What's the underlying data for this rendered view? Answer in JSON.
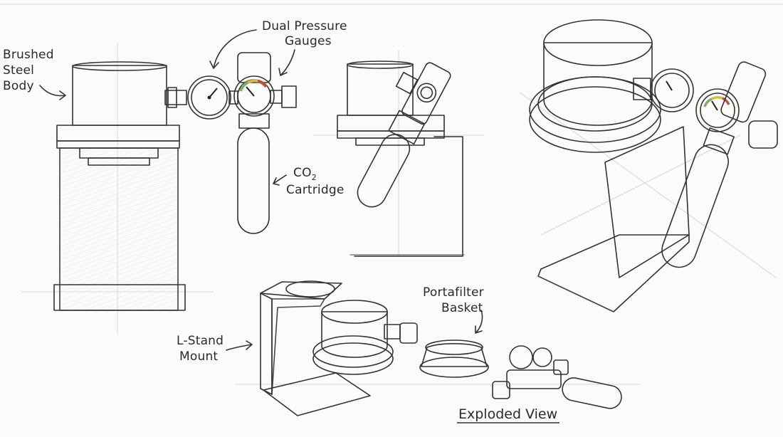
{
  "labels": {
    "body_line1": "Brushed",
    "body_line2": "Steel",
    "body_line3": "Body",
    "gauges_line1": "Dual Pressure",
    "gauges_line2": "Gauges",
    "cartridge_line1": "CO",
    "cartridge_sub": "2",
    "cartridge_line2": "Cartridge",
    "portafilter_line1": "Portafilter",
    "portafilter_line2": "Basket",
    "lstand_line1": "L-Stand",
    "lstand_line2": "Mount",
    "exploded": "Exploded View"
  },
  "colors": {
    "ink": "#333333",
    "paper": "#fbfbf9",
    "gauge_green": "#7fae6a",
    "gauge_yellow": "#d8b84a",
    "gauge_red": "#c0503c"
  }
}
